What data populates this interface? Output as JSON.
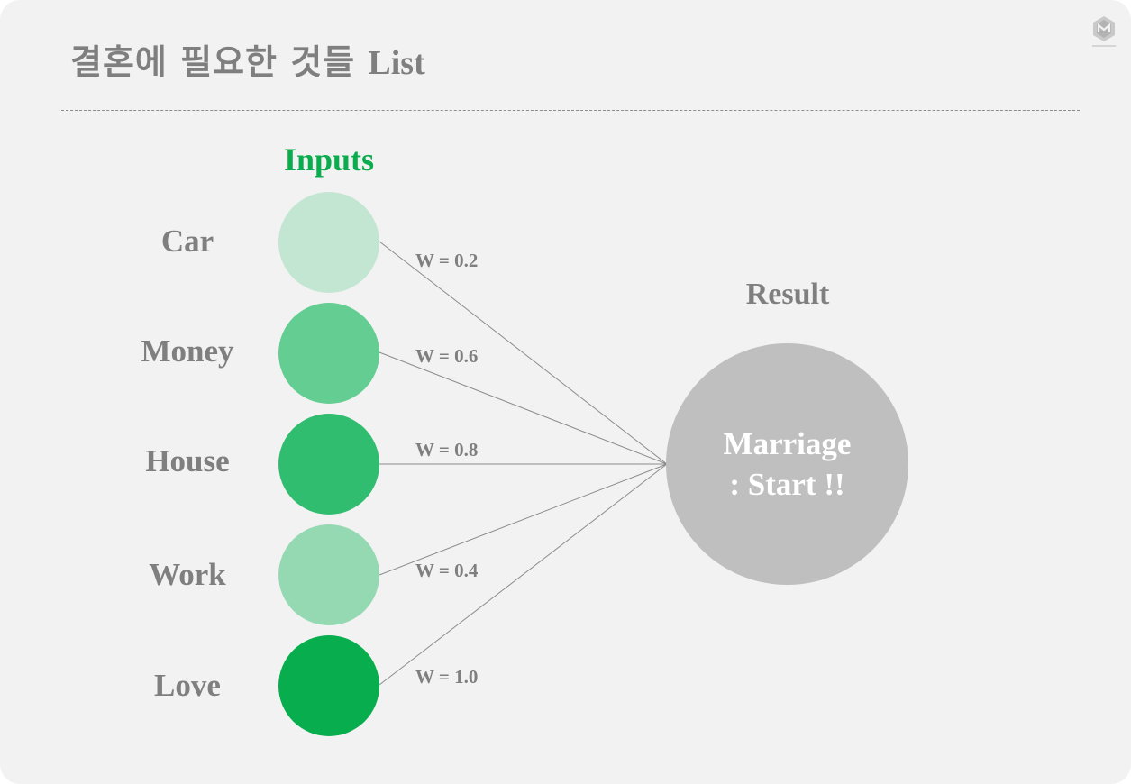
{
  "title": {
    "korean": "결혼에 필요한 것들",
    "english": "List"
  },
  "inputs_heading": "Inputs",
  "result_heading": "Result",
  "inputs": [
    {
      "label": "Car",
      "weight_text": "W = 0.2",
      "weight": 0.2,
      "color": "#c3e6d3"
    },
    {
      "label": "Money",
      "weight_text": "W = 0.6",
      "weight": 0.6,
      "color": "#63cd92"
    },
    {
      "label": "House",
      "weight_text": "W = 0.8",
      "weight": 0.8,
      "color": "#31bd6f"
    },
    {
      "label": "Work",
      "weight_text": "W = 0.4",
      "weight": 0.4,
      "color": "#95d9b3"
    },
    {
      "label": "Love",
      "weight_text": "W = 1.0",
      "weight": 1.0,
      "color": "#08ad4d"
    }
  ],
  "result": {
    "line1": "Marriage",
    "line2": ": Start !!",
    "color": "#bfbfbf"
  },
  "colors": {
    "background": "#f2f2f2",
    "text_gray": "#7f7f7f",
    "accent_green": "#0aad4e"
  },
  "logo_icon": "logo-badge-icon"
}
